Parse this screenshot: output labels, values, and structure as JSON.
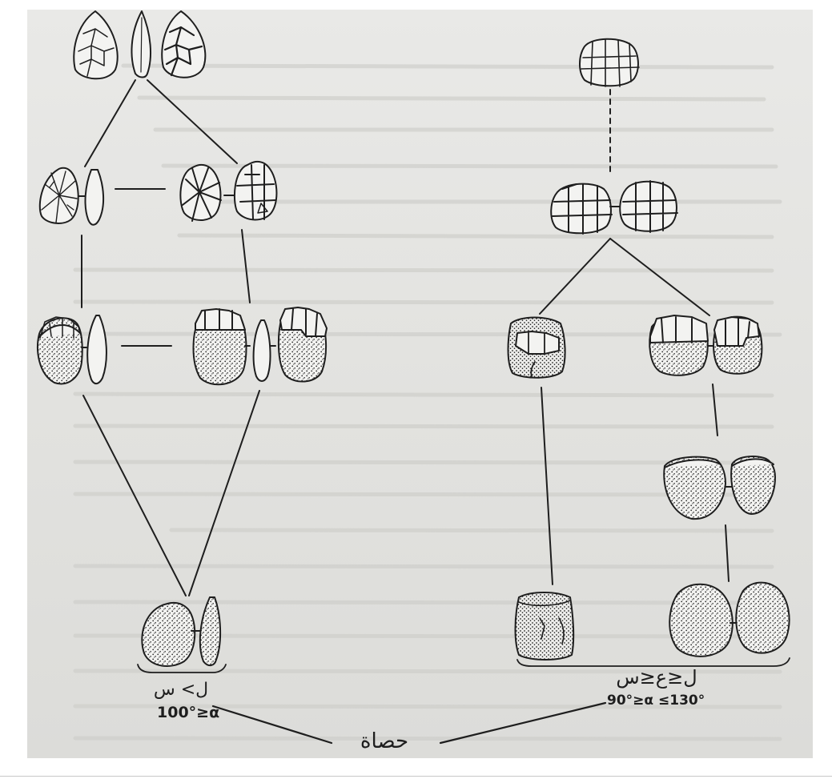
{
  "colors": {
    "paper": "#e5e5e2",
    "ink": "#1e1e1e",
    "stipple": "#3a3a3a",
    "faint_text": "#bdbdb9"
  },
  "labels": {
    "left_formula": "ل> س",
    "left_angle": "100°≥α",
    "right_formula": "ل≤ع≤س",
    "right_angle": "90°≥α ≤130°",
    "bottom_word": "حصاة"
  },
  "figure": {
    "description_items": [
      "nodule-left-branch",
      "nodule-right-branch",
      "discoid-cores",
      "levallois-cores",
      "polyhedral-cores",
      "prismatic-cores",
      "cylindrical-pebble",
      "spherical-pebble"
    ]
  }
}
